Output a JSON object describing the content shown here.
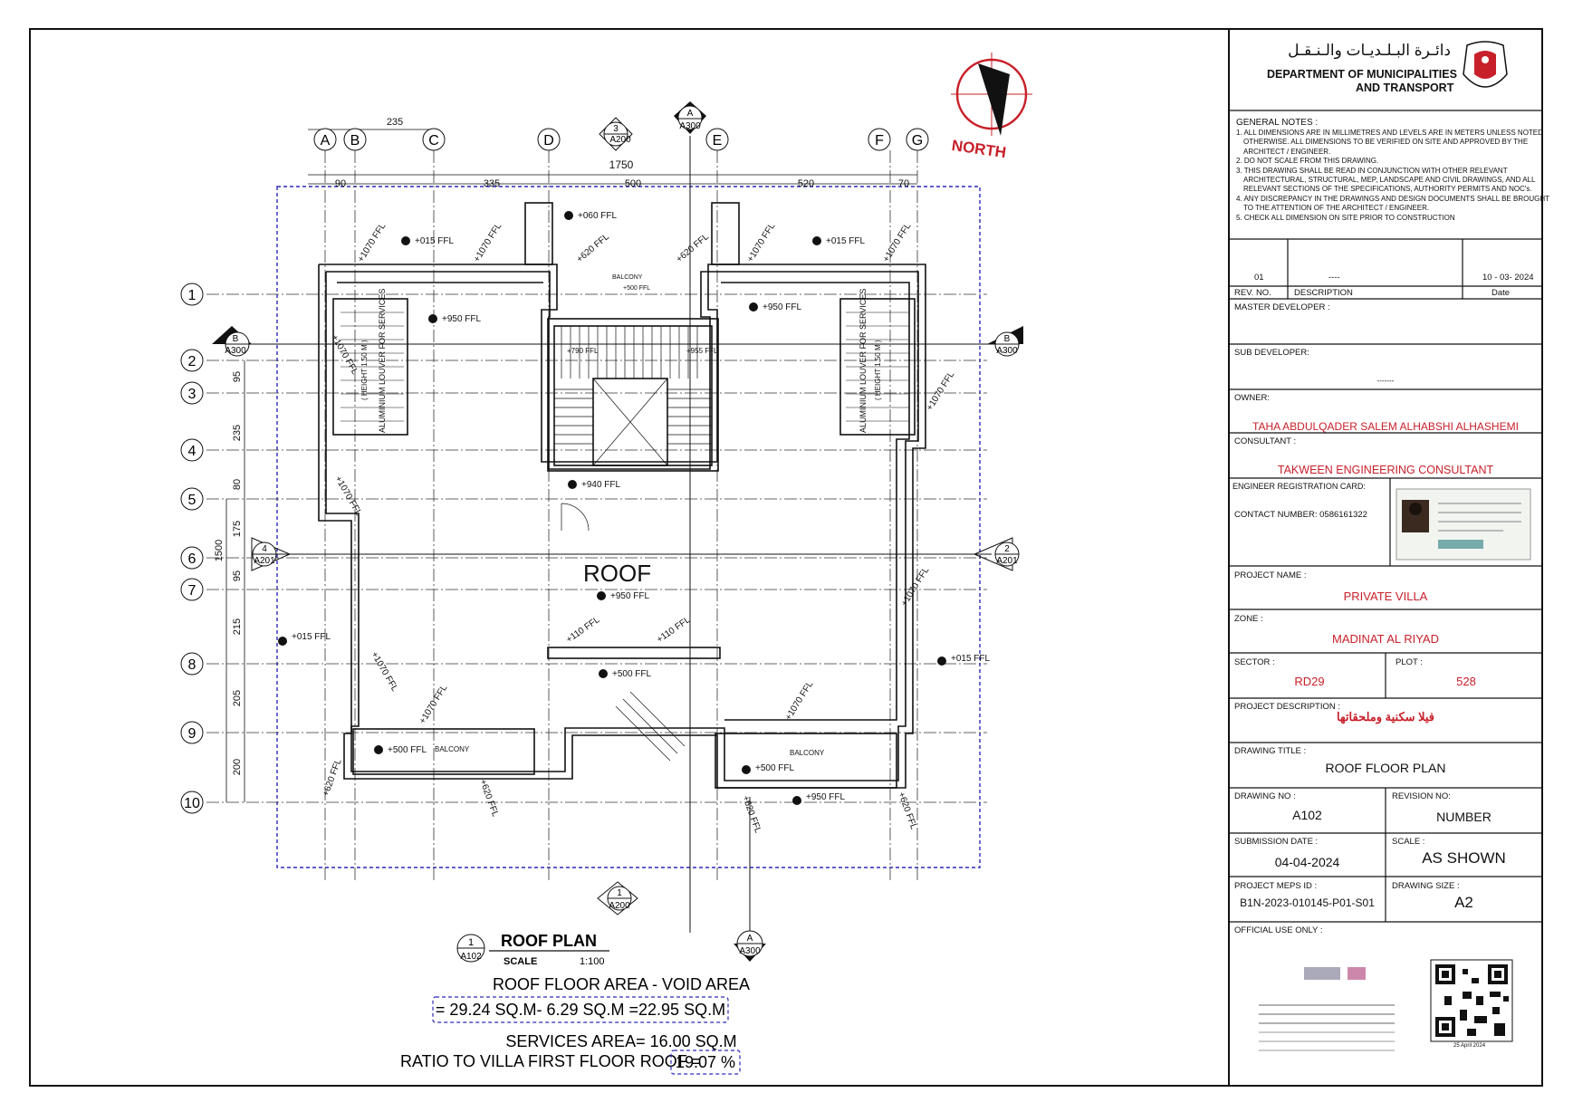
{
  "authority": {
    "arabic_name": "دائـرة البـلـديـات والـنـقـل",
    "name_line1": "DEPARTMENT OF MUNICIPALITIES",
    "name_line2": "AND TRANSPORT"
  },
  "general_notes": {
    "heading": "GENERAL NOTES :",
    "lines": [
      "1. ALL DIMENSIONS ARE IN MILLIMETRES AND LEVELS ARE IN METERS UNLESS NOTED",
      "OTHERWISE. ALL DIMENSIONS TO BE VERIFIED ON SITE AND APPROVED BY THE",
      "ARCHITECT / ENGINEER.",
      "2. DO NOT SCALE FROM THIS DRAWING.",
      "3. THIS DRAWING SHALL BE READ IN CONJUNCTION WITH OTHER RELEVANT",
      "ARCHITECTURAL, STRUCTURAL, MEP, LANDSCAPE AND CIVIL DRAWINGS, AND ALL",
      "RELEVANT SECTIONS OF THE SPECIFICATIONS, AUTHORITY PERMITS AND NOC's.",
      "4. ANY DISCREPANCY IN THE DRAWINGS AND DESIGN DOCUMENTS SHALL BE BROUGHT",
      "TO THE ATTENTION OF THE ARCHITECT / ENGINEER.",
      "5. CHECK ALL DIMENSION ON SITE PRIOR TO CONSTRUCTION"
    ]
  },
  "revisions": {
    "row": {
      "no": "01",
      "description": "----",
      "date": "10 - 03- 2024"
    },
    "headers": {
      "no": "REV. NO.",
      "description": "DESCRIPTION",
      "date": "Date"
    }
  },
  "title_block": {
    "master_developer_label": "MASTER DEVELOPER :",
    "sub_developer_label": "SUB DEVELOPER:",
    "sub_developer_value": "-------",
    "owner_label": "OWNER:",
    "owner_value": "TAHA ABDULQADER SALEM ALHABSHI ALHASHEMI",
    "consultant_label": "CONSULTANT :",
    "consultant_value": "TAKWEEN ENGINEERING CONSULTANT",
    "engineer_card_label": "ENGINEER REGISTRATION CARD:",
    "contact_label": "CONTACT NUMBER: 0586161322",
    "project_name_label": "PROJECT NAME :",
    "project_name_value": "PRIVATE VILLA",
    "zone_label": "ZONE :",
    "zone_value": "MADINAT AL RIYAD",
    "sector_label": "SECTOR :",
    "sector_value": "RD29",
    "plot_label": "PLOT :",
    "plot_value": "528",
    "project_description_label": "PROJECT DESCRIPTION :",
    "project_description_value": "فيلا سكنية وملحقاتها",
    "drawing_title_label": "DRAWING TITLE :",
    "drawing_title_value": "ROOF FLOOR PLAN",
    "drawing_no_label": "DRAWING NO :",
    "drawing_no_value": "A102",
    "revision_no_label": "REVISION NO:",
    "revision_no_value": "NUMBER",
    "submission_date_label": "SUBMISSION DATE :",
    "submission_date_value": "04-04-2024",
    "scale_label": "SCALE :",
    "scale_value": "AS SHOWN",
    "meps_label": "PROJECT MEPS ID :",
    "meps_value": "B1N-2023-010145-P01-S01",
    "drawing_size_label": "DRAWING SIZE :",
    "drawing_size_value": "A2",
    "official_use_label": "OFFICIAL USE ONLY :",
    "stamp_date": "25 April 2024"
  },
  "plan": {
    "north_label": "NORTH",
    "roof_label": "ROOF",
    "grid_columns": [
      "A",
      "B",
      "C",
      "D",
      "E",
      "F",
      "G"
    ],
    "grid_rows": [
      "1",
      "2",
      "3",
      "4",
      "5",
      "6",
      "7",
      "8",
      "9",
      "10"
    ],
    "top_dims": [
      "90",
      "335",
      "500",
      "520",
      "70"
    ],
    "top_dim_small": "235",
    "top_total": "1750",
    "left_dims": [
      "95",
      "235",
      "80",
      "175",
      "95",
      "215",
      "205",
      "200"
    ],
    "left_total": "1500",
    "louver_text": "ALUMINIUM LOUVER FOR SERVICES",
    "louver_height": "( HEIGHT 1.50 M )",
    "balcony": "BALCONY",
    "section_refs": {
      "s3": {
        "num": "3",
        "sheet": "A200"
      },
      "sA_top": {
        "num": "A",
        "sheet": "A300"
      },
      "sB_left": {
        "num": "B",
        "sheet": "A300"
      },
      "sB_right": {
        "num": "B",
        "sheet": "A300"
      },
      "s4": {
        "num": "4",
        "sheet": "A201"
      },
      "s2": {
        "num": "2",
        "sheet": "A201"
      },
      "s1": {
        "num": "1",
        "sheet": "A200"
      },
      "sA_bot": {
        "num": "A",
        "sheet": "A300"
      }
    },
    "levels": {
      "l060": "+060 FFL",
      "l015": "+015 FFL",
      "l620": "+620 FFL",
      "l1070": "+1070 FFL",
      "l950": "+950 FFL",
      "l500": "+500 FFL",
      "l940": "+940 FFL",
      "l790": "+790 FFL",
      "l955": "+955 FFL",
      "l110": "+110 FFL"
    }
  },
  "legend": {
    "view_num": "1",
    "view_sheet": "A102",
    "title": "ROOF PLAN",
    "scale_label": "SCALE",
    "scale_value": "1:100",
    "area_title": "ROOF FLOOR AREA - VOID AREA",
    "area_calc": "= 29.24 SQ.M- 6.29 SQ.M =22.95 SQ.M",
    "services": "SERVICES AREA= 16.00 SQ.M",
    "ratio_label": "RATIO TO VILLA FIRST FLOOR ROOF =",
    "ratio_value": "19.07 %"
  },
  "colors": {
    "red": "#c8202a",
    "blue": "#2a2ab8",
    "line": "#111111"
  }
}
